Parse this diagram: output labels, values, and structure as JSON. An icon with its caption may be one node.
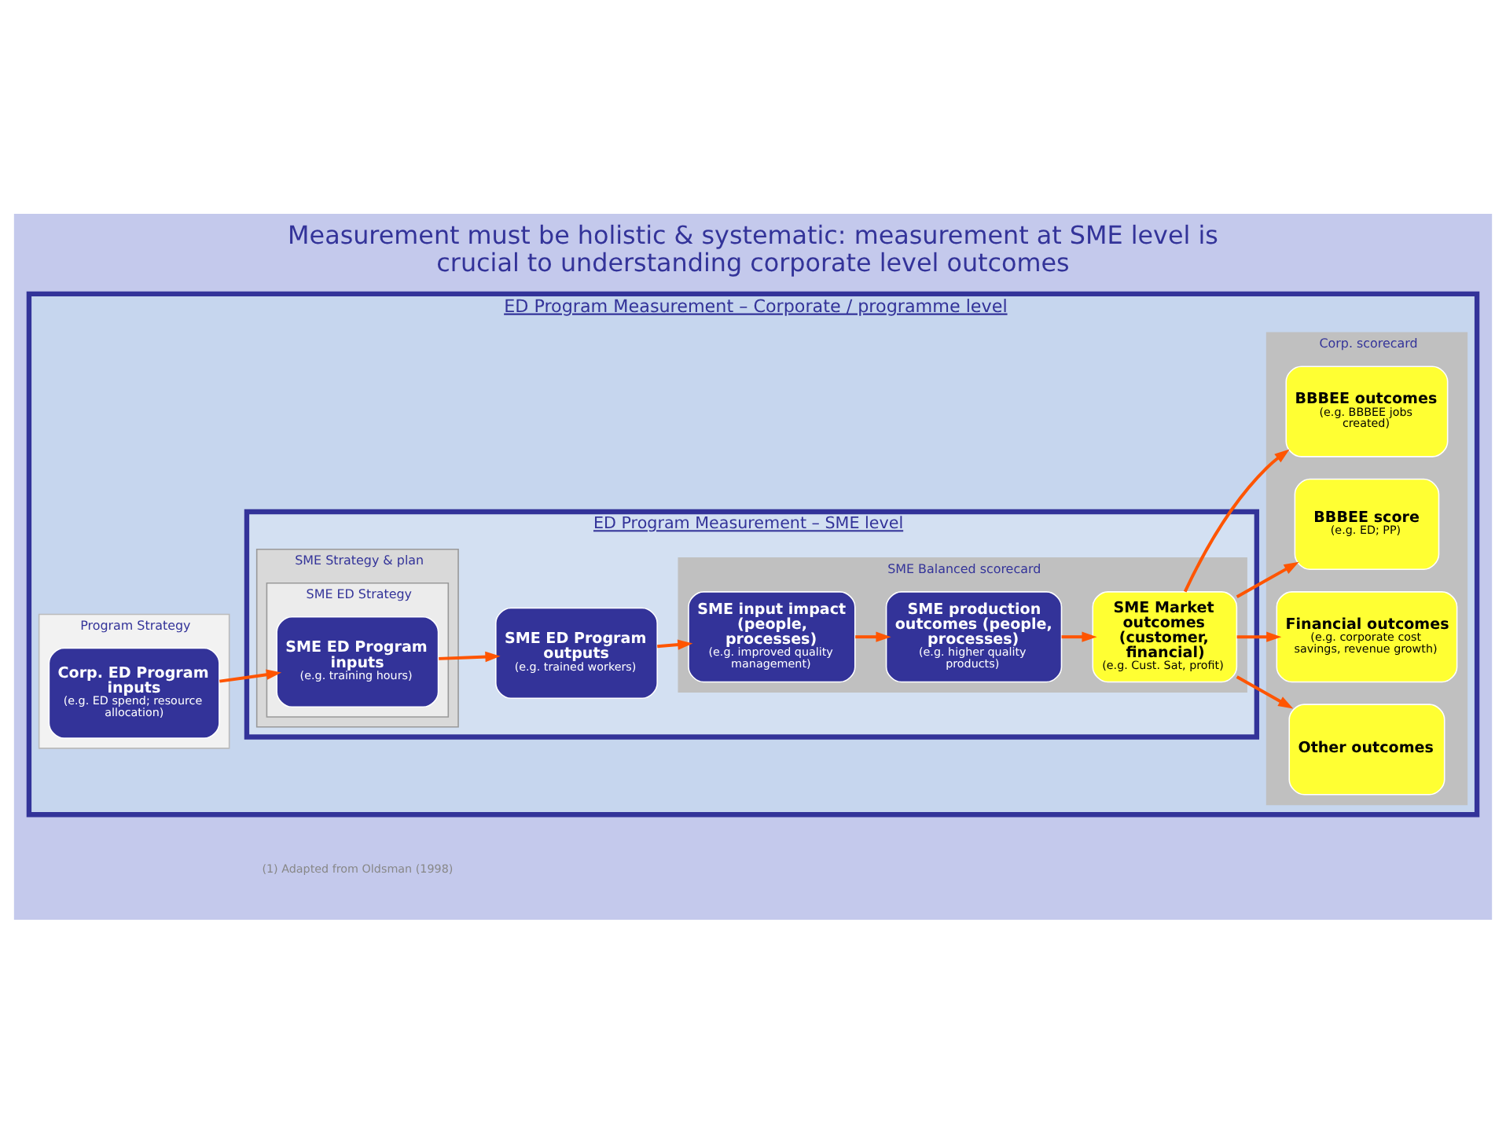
{
  "diagram": {
    "title": "Measurement must be holistic & systematic: measurement at SME level is crucial to understanding corporate level outcomes",
    "nodes": [
      {
        "text": [
          "ED Program Measurement – Corporate / programme level"
        ]
      },
      {
        "text": [
          "Program Strategy"
        ],
        "in": 0
      },
      {
        "text": [
          "Corp. ED Program inputs",
          "(e.g. ED spend; resource allocation)"
        ],
        "in": 1
      },
      {
        "text": [
          "ED Program Measurement – SME level"
        ],
        "in": 0
      },
      {
        "text": [
          "SME Strategy & plan"
        ],
        "in": 3
      },
      {
        "text": [
          "SME ED Strategy"
        ],
        "in": 4
      },
      {
        "text": [
          "SME ED Program inputs",
          "(e.g. training hours)"
        ],
        "in": 5
      },
      {
        "text": [
          "SME ED Program outputs",
          "(e.g. trained workers)"
        ],
        "in": 3
      },
      {
        "text": [
          "SME Balanced scorecard"
        ],
        "in": 3
      },
      {
        "text": [
          "SME input impact (people, processes)",
          "(e.g. improved quality management)"
        ],
        "in": 8
      },
      {
        "text": [
          "SME production outcomes (people, processes)",
          "(e.g. higher quality products)"
        ],
        "in": 8
      },
      {
        "text": [
          "SME Market outcomes (customer, financial)",
          "(e.g. Cust. Sat, profit)"
        ],
        "in": 8
      },
      {
        "text": [
          "Corp. scorecard"
        ],
        "in": 0
      },
      {
        "text": [
          "BBBEE outcomes",
          "(e.g. BBBEE jobs created)"
        ],
        "in": 12
      },
      {
        "text": [
          "BBBEE score",
          "(e.g. ED; PP)"
        ],
        "in": 12
      },
      {
        "text": [
          "Financial outcomes",
          "(e.g. corporate cost savings, revenue growth)"
        ],
        "in": 12
      },
      {
        "text": [
          "Other outcomes"
        ],
        "in": 12
      }
    ],
    "edges": [
      {
        "from": 2,
        "to": 6,
        "arrow": "to"
      },
      {
        "from": 6,
        "to": 7,
        "arrow": "to"
      },
      {
        "from": 7,
        "to": 9,
        "arrow": "to"
      },
      {
        "from": 9,
        "to": 10,
        "arrow": "to"
      },
      {
        "from": 10,
        "to": 11,
        "arrow": "to"
      },
      {
        "from": 11,
        "to": 13,
        "arrow": "to"
      },
      {
        "from": 11,
        "to": 14,
        "arrow": "to"
      },
      {
        "from": 11,
        "to": 15,
        "arrow": "to"
      },
      {
        "from": 11,
        "to": 16,
        "arrow": "to"
      }
    ],
    "labels": [
      "(1) Adapted from Oldsman (1998)"
    ]
  }
}
